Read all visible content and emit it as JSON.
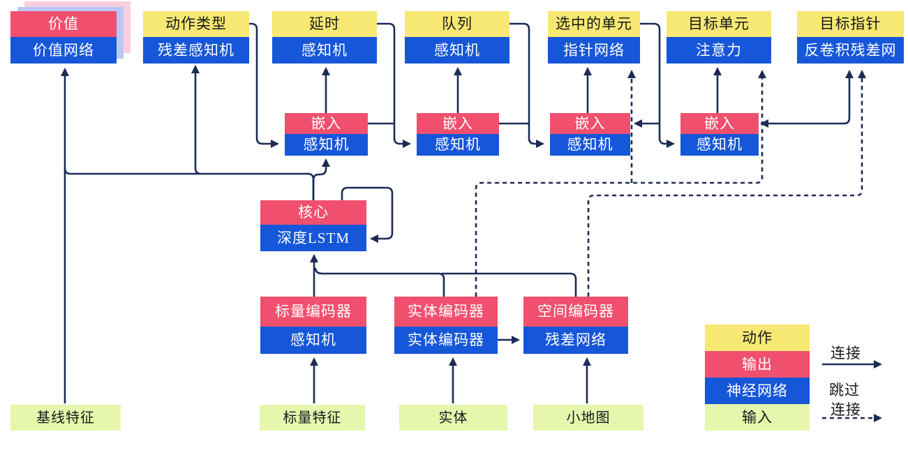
{
  "nodes": {
    "value": {
      "top": "价值",
      "bottom": "价值网络"
    },
    "action_type": {
      "top": "动作类型",
      "bottom": "残差感知机"
    },
    "delay": {
      "top": "延时",
      "bottom": "感知机"
    },
    "queued": {
      "top": "队列",
      "bottom": "感知机"
    },
    "selected_units": {
      "top": "选中的单元",
      "bottom": "指针网络"
    },
    "target_unit": {
      "top": "目标单元",
      "bottom": "注意力"
    },
    "target_point": {
      "top": "目标指针",
      "bottom": "反卷积残差网"
    },
    "embed1": {
      "top": "嵌入",
      "bottom": "感知机"
    },
    "embed2": {
      "top": "嵌入",
      "bottom": "感知机"
    },
    "embed3": {
      "top": "嵌入",
      "bottom": "感知机"
    },
    "embed4": {
      "top": "嵌入",
      "bottom": "感知机"
    },
    "core": {
      "top": "核心",
      "bottom": "深度LSTM"
    },
    "scalar_encoder": {
      "top": "标量编码器",
      "bottom": "感知机"
    },
    "entity_encoder": {
      "top": "实体编码器",
      "bottom": "实体编码器"
    },
    "spatial_encoder": {
      "top": "空间编码器",
      "bottom": "残差网络"
    }
  },
  "inputs": {
    "baseline_features": "基线特征",
    "scalar_features": "标量特征",
    "entities": "实体",
    "minimap": "小地图"
  },
  "legend": {
    "action": "动作",
    "output": "输出",
    "network": "神经网络",
    "input": "输入",
    "connection": "连接",
    "skip_line1": "跳过",
    "skip_line2": "连接"
  },
  "colors": {
    "action_yellow": "#f7e873",
    "output_red": "#f0506e",
    "network_blue": "#1656d8",
    "input_green": "#e6f6ac",
    "line_navy": "#1c2b55",
    "shadow_pink": "#f9cede",
    "shadow_periwinkle": "#b9c7f5"
  }
}
